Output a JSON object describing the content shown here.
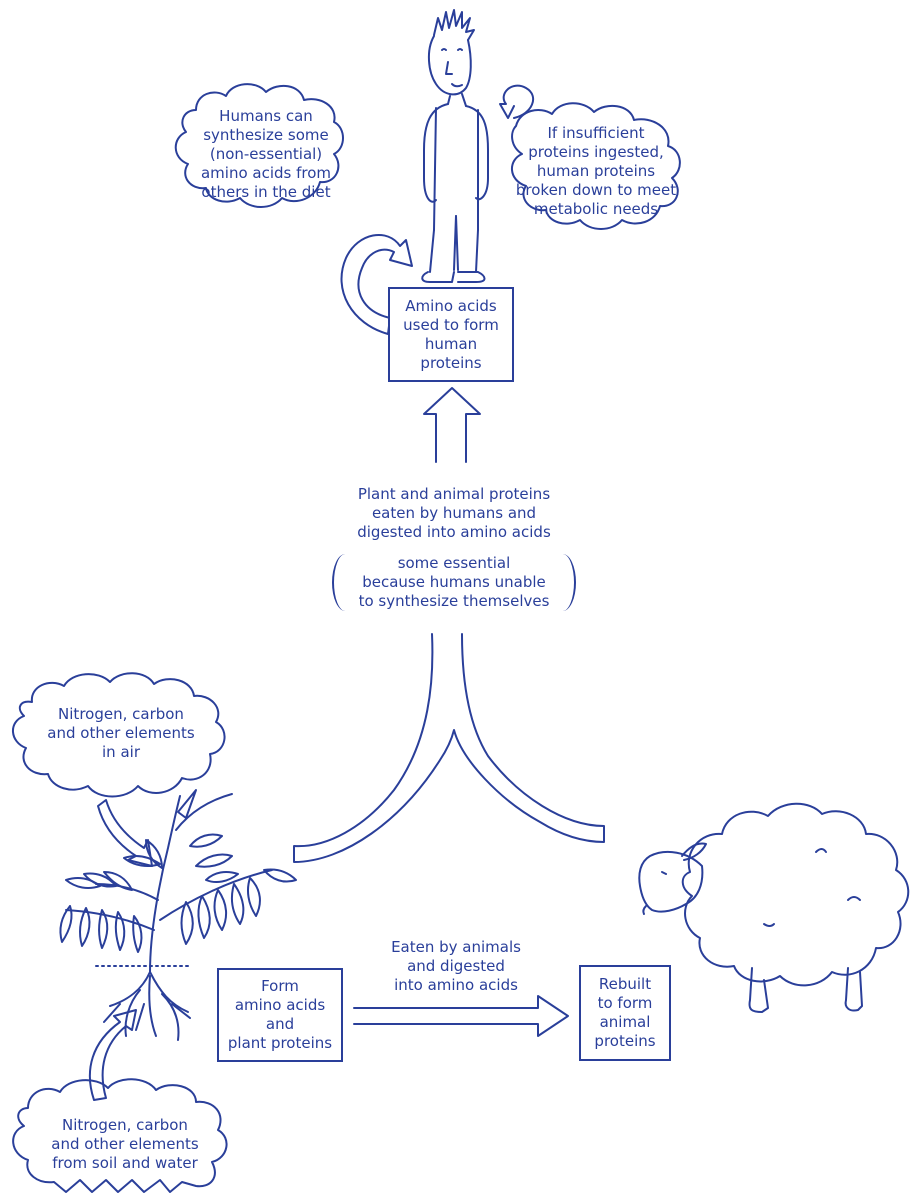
{
  "human_synthesis_cloud": [
    "Humans can",
    "synthesize some",
    "(non-essential)",
    "amino acids from",
    "others in the diet"
  ],
  "breakdown_cloud": [
    "If insufficient",
    "proteins ingested,",
    "human proteins",
    "broken down to meet",
    "metabolic needs"
  ],
  "human_protein_box": [
    "Amino acids",
    "used to form",
    "human",
    "proteins"
  ],
  "digestion_text": [
    "Plant and animal proteins",
    "eaten by humans and",
    "digested into amino acids"
  ],
  "essential_note": [
    "some essential",
    "because humans unable",
    "to synthesize themselves"
  ],
  "air_cloud": [
    "Nitrogen, carbon",
    "and other elements",
    "in air"
  ],
  "plant_box": [
    "Form",
    "amino acids",
    "and",
    "plant proteins"
  ],
  "animal_eating_text": [
    "Eaten by animals",
    "and digested",
    "into amino acids"
  ],
  "animal_box": [
    "Rebuilt",
    "to form",
    "animal",
    "proteins"
  ],
  "soil_cloud": [
    "Nitrogen, carbon",
    "and other elements",
    "from soil and water"
  ],
  "colors": {
    "ink": "#2a3f9a",
    "background": "#ffffff"
  }
}
